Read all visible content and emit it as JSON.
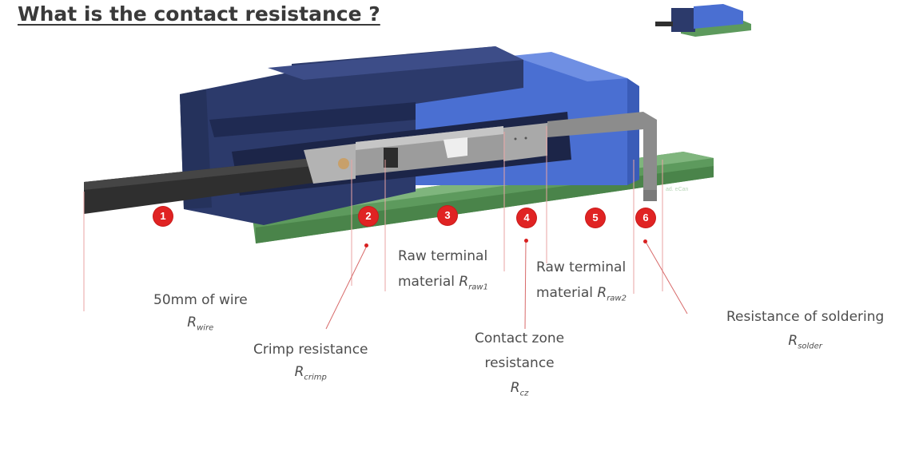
{
  "title": "What is the contact resistance ?",
  "watermark": "ad. eCan",
  "badges": [
    {
      "n": "1"
    },
    {
      "n": "2"
    },
    {
      "n": "3"
    },
    {
      "n": "4"
    },
    {
      "n": "5"
    },
    {
      "n": "6"
    }
  ],
  "labels": {
    "wire": {
      "text": "50mm of wire",
      "symbol": "R",
      "sub": "wire"
    },
    "crimp": {
      "text": "Crimp resistance",
      "symbol": "R",
      "sub": "crimp"
    },
    "raw1": {
      "line1": "Raw terminal",
      "line2": "material",
      "symbol": "R",
      "sub": "raw1"
    },
    "cz": {
      "line1": "Contact zone",
      "line2": "resistance",
      "symbol": "R",
      "sub": "cz"
    },
    "raw2": {
      "line1": "Raw terminal",
      "line2": "material",
      "symbol": "R",
      "sub": "raw2"
    },
    "solder": {
      "text": "Resistance of soldering",
      "symbol": "R",
      "sub": "solder"
    }
  },
  "colors": {
    "housing_dark": "#2c3a6b",
    "housing_blue": "#4a6fd2",
    "pcb_green": "#5d9a5d",
    "wire": "#2f2f2f",
    "terminal": "#9c9c9c",
    "badge": "#e02323"
  }
}
